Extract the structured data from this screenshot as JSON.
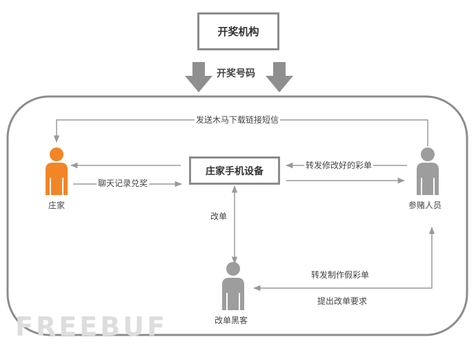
{
  "nodes": {
    "lottery_org": "开奖机构",
    "dealer_phone": "庄家手机设备",
    "dealer": "庄家",
    "bettor": "参赌人员",
    "hacker": "改单黑客"
  },
  "edges": {
    "winning_numbers": "开奖号码",
    "trojan_sms": "发送木马下载链接短信",
    "chat_redeem": "聊天记录兑奖",
    "forward_modified": "转发修改好的彩单",
    "modify": "改单",
    "forward_fake": "转发制作假彩单",
    "request_modify": "提出改单要求"
  },
  "watermark": "FREEBUF",
  "colors": {
    "dealer": "#f28526",
    "person": "#9d9d9d",
    "line": "#9a9a9a",
    "border": "#8c8c8c"
  }
}
